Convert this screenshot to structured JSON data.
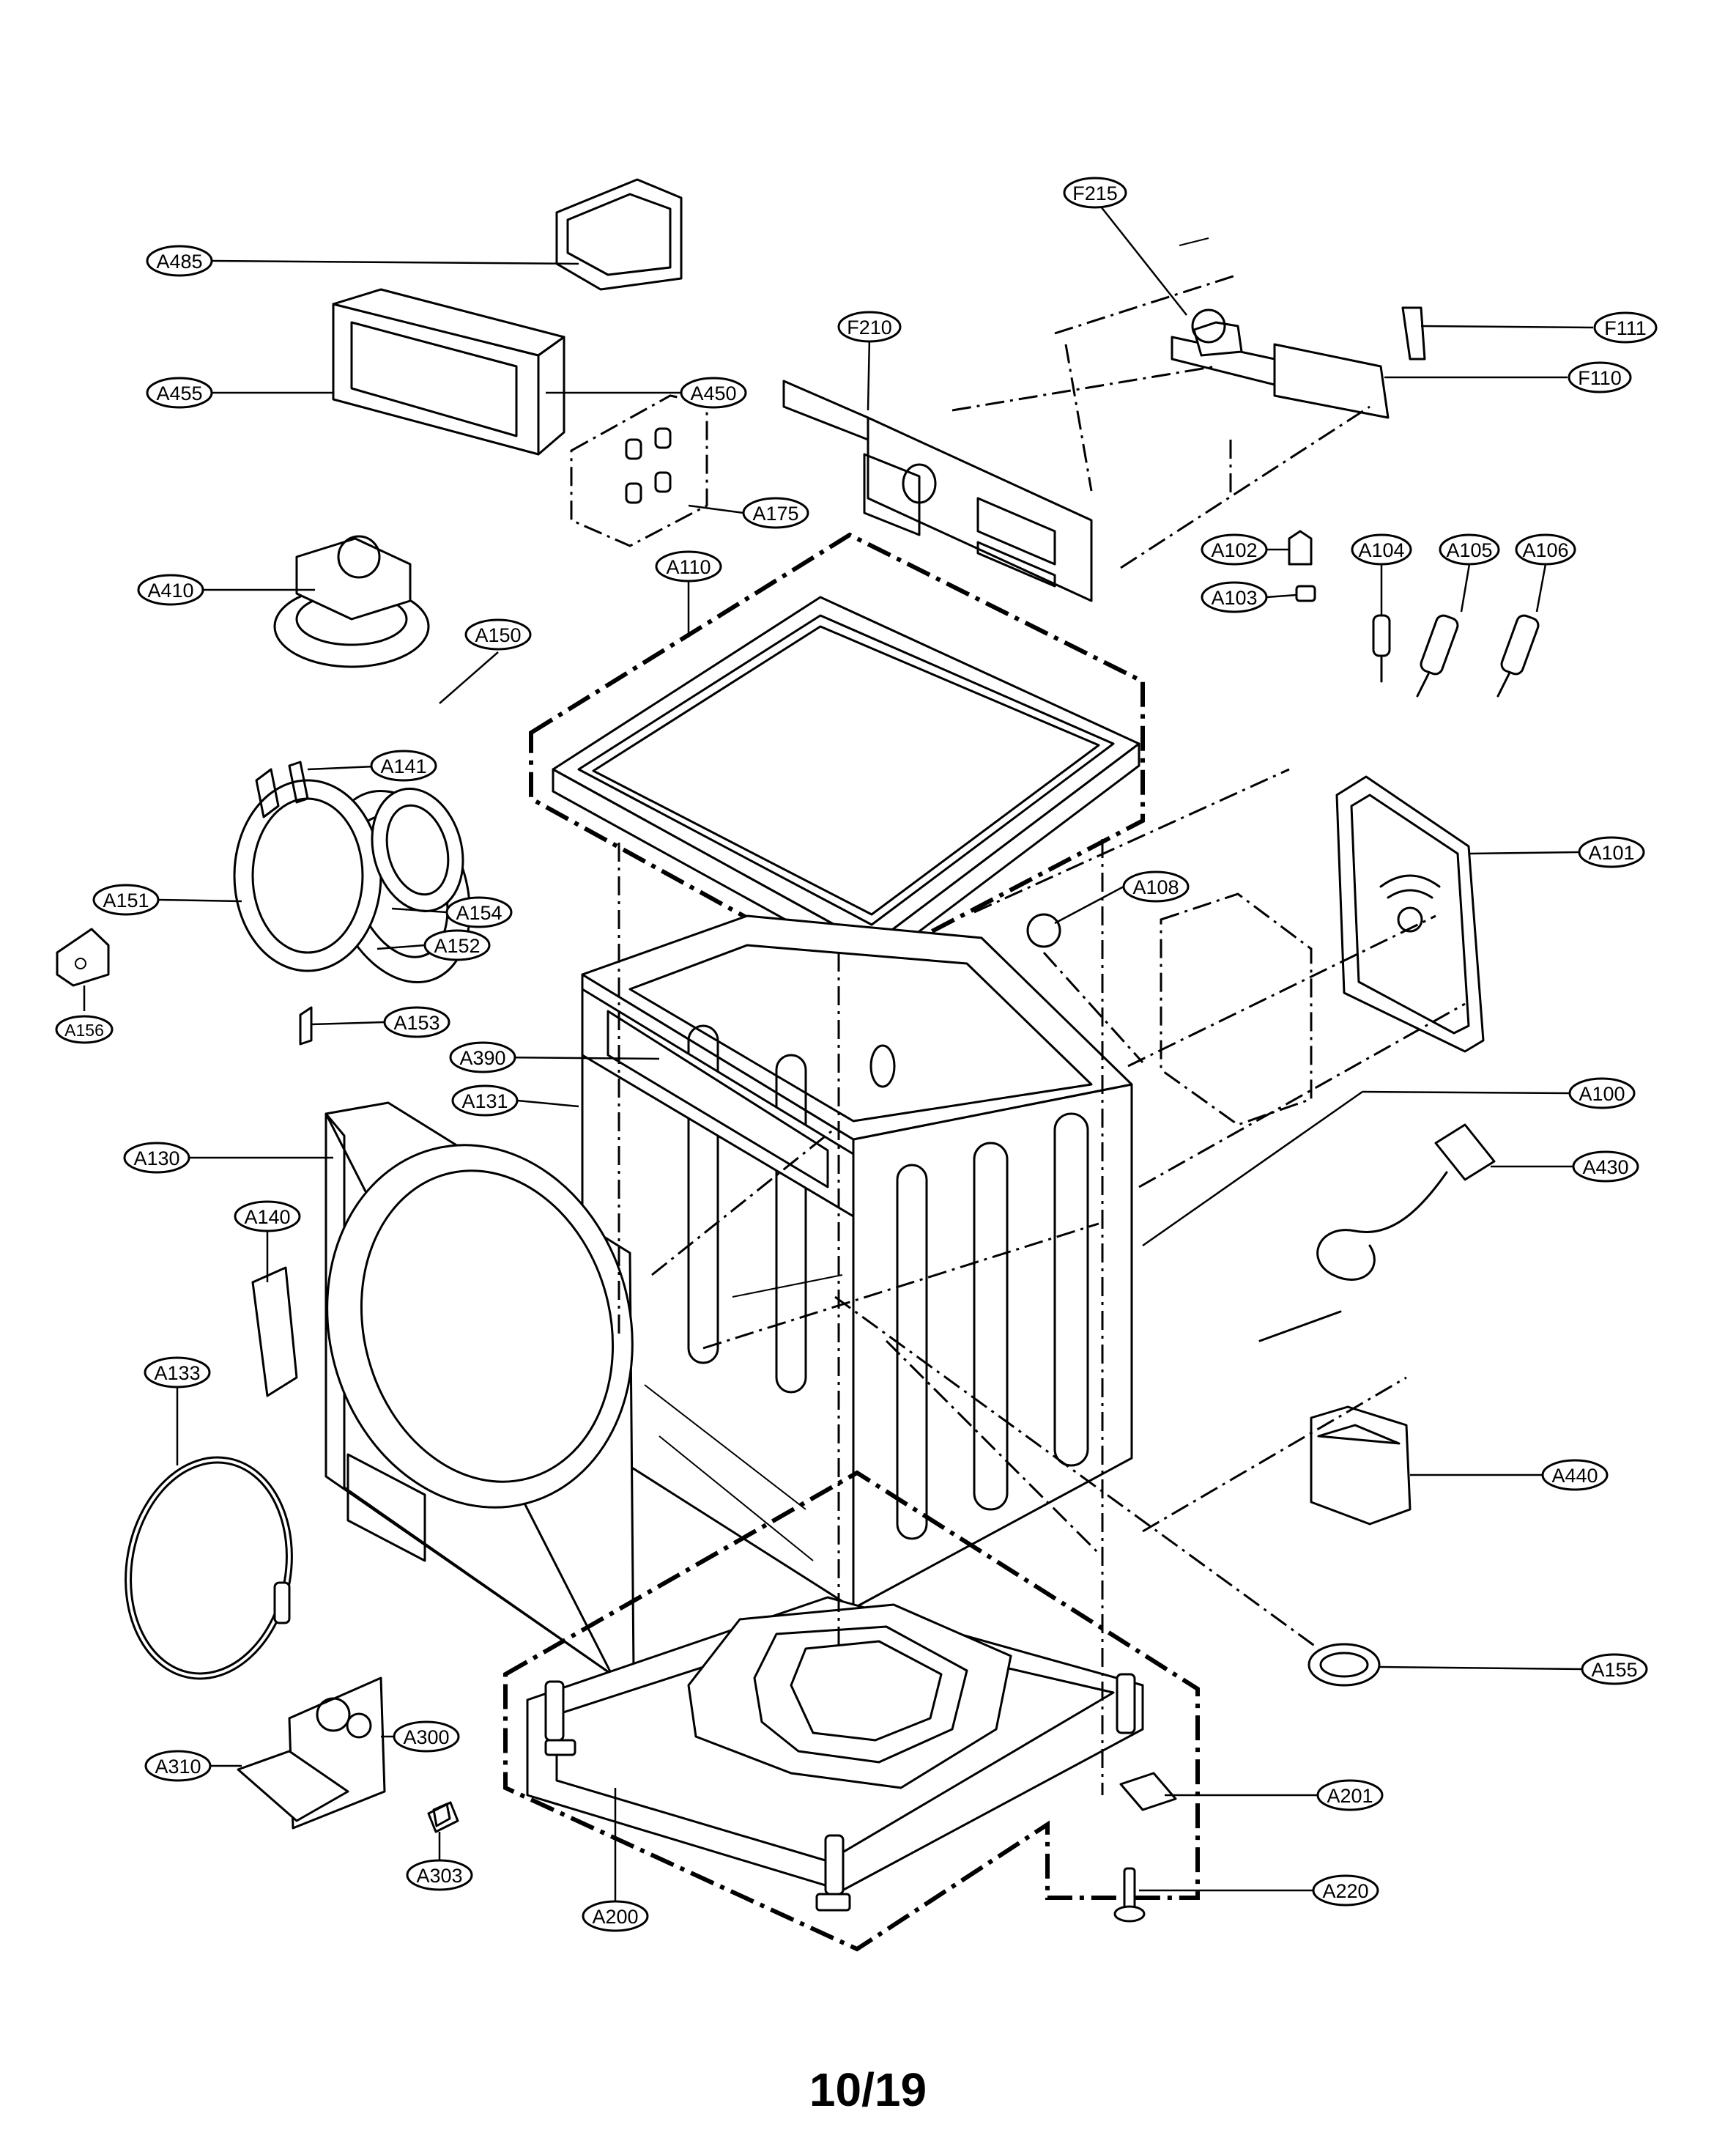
{
  "page": {
    "number": "10/19"
  },
  "callouts": [
    {
      "id": "A485",
      "label": "A485"
    },
    {
      "id": "A455",
      "label": "A455"
    },
    {
      "id": "A450",
      "label": "A450"
    },
    {
      "id": "A175",
      "label": "A175"
    },
    {
      "id": "A410",
      "label": "A410"
    },
    {
      "id": "A150",
      "label": "A150"
    },
    {
      "id": "A141",
      "label": "A141"
    },
    {
      "id": "A151",
      "label": "A151"
    },
    {
      "id": "A154",
      "label": "A154"
    },
    {
      "id": "A152",
      "label": "A152"
    },
    {
      "id": "A156",
      "label": "A156"
    },
    {
      "id": "A153",
      "label": "A153"
    },
    {
      "id": "A390",
      "label": "A390"
    },
    {
      "id": "A131",
      "label": "A131"
    },
    {
      "id": "A130",
      "label": "A130"
    },
    {
      "id": "A140",
      "label": "A140"
    },
    {
      "id": "A133",
      "label": "A133"
    },
    {
      "id": "A310",
      "label": "A310"
    },
    {
      "id": "A300",
      "label": "A300"
    },
    {
      "id": "A303",
      "label": "A303"
    },
    {
      "id": "A200",
      "label": "A200"
    },
    {
      "id": "F215",
      "label": "F215"
    },
    {
      "id": "F210",
      "label": "F210"
    },
    {
      "id": "F111",
      "label": "F111"
    },
    {
      "id": "F110",
      "label": "F110"
    },
    {
      "id": "A110",
      "label": "A110"
    },
    {
      "id": "A102",
      "label": "A102"
    },
    {
      "id": "A103",
      "label": "A103"
    },
    {
      "id": "A104",
      "label": "A104"
    },
    {
      "id": "A105",
      "label": "A105"
    },
    {
      "id": "A106",
      "label": "A106"
    },
    {
      "id": "A108",
      "label": "A108"
    },
    {
      "id": "A101",
      "label": "A101"
    },
    {
      "id": "A100",
      "label": "A100"
    },
    {
      "id": "A430",
      "label": "A430"
    },
    {
      "id": "A440",
      "label": "A440"
    },
    {
      "id": "A155",
      "label": "A155"
    },
    {
      "id": "A201",
      "label": "A201"
    },
    {
      "id": "A220",
      "label": "A220"
    }
  ]
}
